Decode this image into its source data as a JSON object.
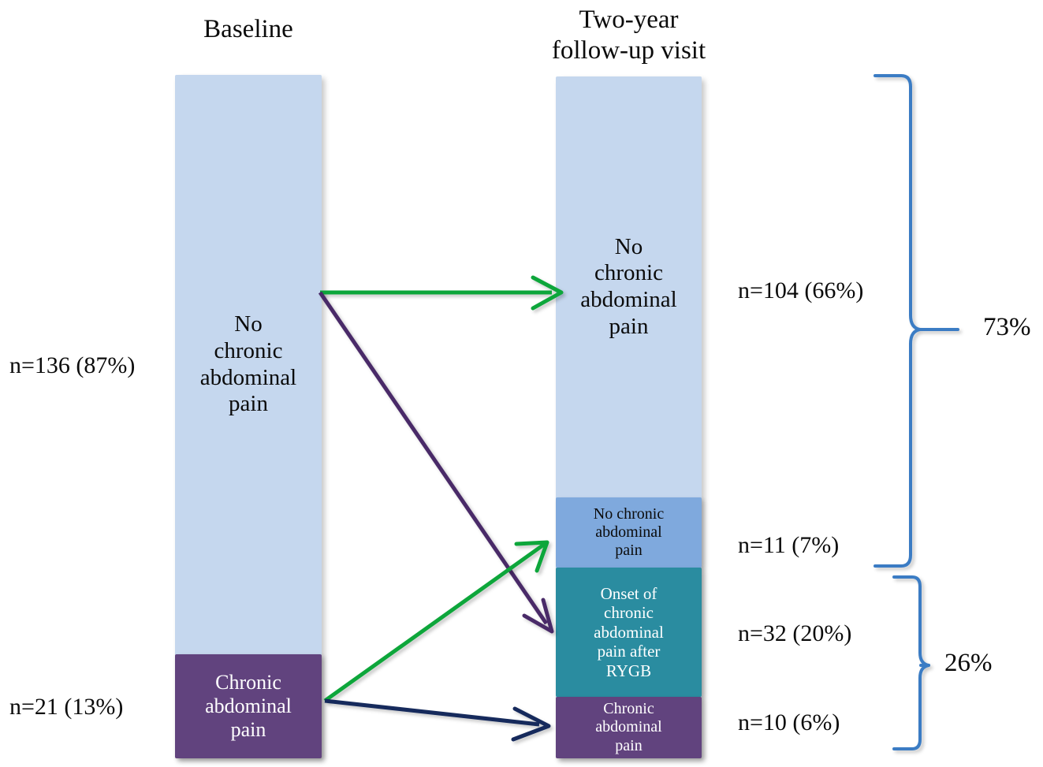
{
  "figure": {
    "type": "flow-diagram",
    "title": "",
    "headers": {
      "left": "Baseline",
      "right": "Two-year\nfollow-up visit"
    }
  },
  "colors": {
    "light_blue": "#c5d7ee",
    "medium_blue": "#7fa9dd",
    "teal": "#2a8ca0",
    "purple": "#61437e",
    "green_arrow": "#11a63a",
    "purple_arrow": "#4a2a68",
    "navy_arrow": "#142a5c",
    "brace_blue": "#3a7cc4",
    "text_dark": "#0b0b0b",
    "text_light": "#ffffff"
  },
  "baseline": {
    "header": "Baseline",
    "segments": [
      {
        "id": "baseline-no-pain",
        "label": "No\nchronic\nabdominal\npain",
        "count_label": "n=136 (87%)",
        "n": 136,
        "percent": 87,
        "color": "#c5d7ee",
        "text_color": "#0b0b0b"
      },
      {
        "id": "baseline-pain",
        "label": "Chronic\nabdominal\npain",
        "count_label": "n=21 (13%)",
        "n": 21,
        "percent": 13,
        "color": "#61437e",
        "text_color": "#ffffff"
      }
    ]
  },
  "followup": {
    "header": "Two-year\nfollow-up visit",
    "segments": [
      {
        "id": "followup-no-pain-persist",
        "label": "No\nchronic\nabdominal\npain",
        "count_label": "n=104 (66%)",
        "n": 104,
        "percent": 66,
        "color": "#c5d7ee",
        "text_color": "#0b0b0b"
      },
      {
        "id": "followup-no-pain-resolved",
        "label": "No chronic\nabdominal\npain",
        "count_label": "n=11 (7%)",
        "n": 11,
        "percent": 7,
        "color": "#7fa9dd",
        "text_color": "#0b0b0b"
      },
      {
        "id": "followup-onset-pain",
        "label": "Onset of\nchronic\nabdominal\npain after\nRYGB",
        "count_label": "n=32 (20%)",
        "n": 32,
        "percent": 20,
        "color": "#2a8ca0",
        "text_color": "#ffffff"
      },
      {
        "id": "followup-pain-persist",
        "label": "Chronic\nabdominal\npain",
        "count_label": "n=10 (6%)",
        "n": 10,
        "percent": 6,
        "color": "#61437e",
        "text_color": "#ffffff"
      }
    ]
  },
  "braces": [
    {
      "id": "brace-no-pain",
      "label": "73%",
      "percent": 73,
      "covers": [
        "followup-no-pain-persist",
        "followup-no-pain-resolved"
      ]
    },
    {
      "id": "brace-pain",
      "label": "26%",
      "percent": 26,
      "covers": [
        "followup-onset-pain",
        "followup-pain-persist"
      ]
    }
  ],
  "flows": [
    {
      "id": "flow-no-pain-to-no-pain",
      "from": "baseline-no-pain",
      "to": "followup-no-pain-persist",
      "color": "#11a63a",
      "icon": "arrow-right-icon"
    },
    {
      "id": "flow-no-pain-to-onset",
      "from": "baseline-no-pain",
      "to": "followup-onset-pain",
      "color": "#4a2a68",
      "icon": "arrow-down-right-icon"
    },
    {
      "id": "flow-pain-to-no-pain",
      "from": "baseline-pain",
      "to": "followup-no-pain-resolved",
      "color": "#11a63a",
      "icon": "arrow-up-right-icon"
    },
    {
      "id": "flow-pain-to-pain",
      "from": "baseline-pain",
      "to": "followup-pain-persist",
      "color": "#142a5c",
      "icon": "arrow-right-icon"
    }
  ]
}
